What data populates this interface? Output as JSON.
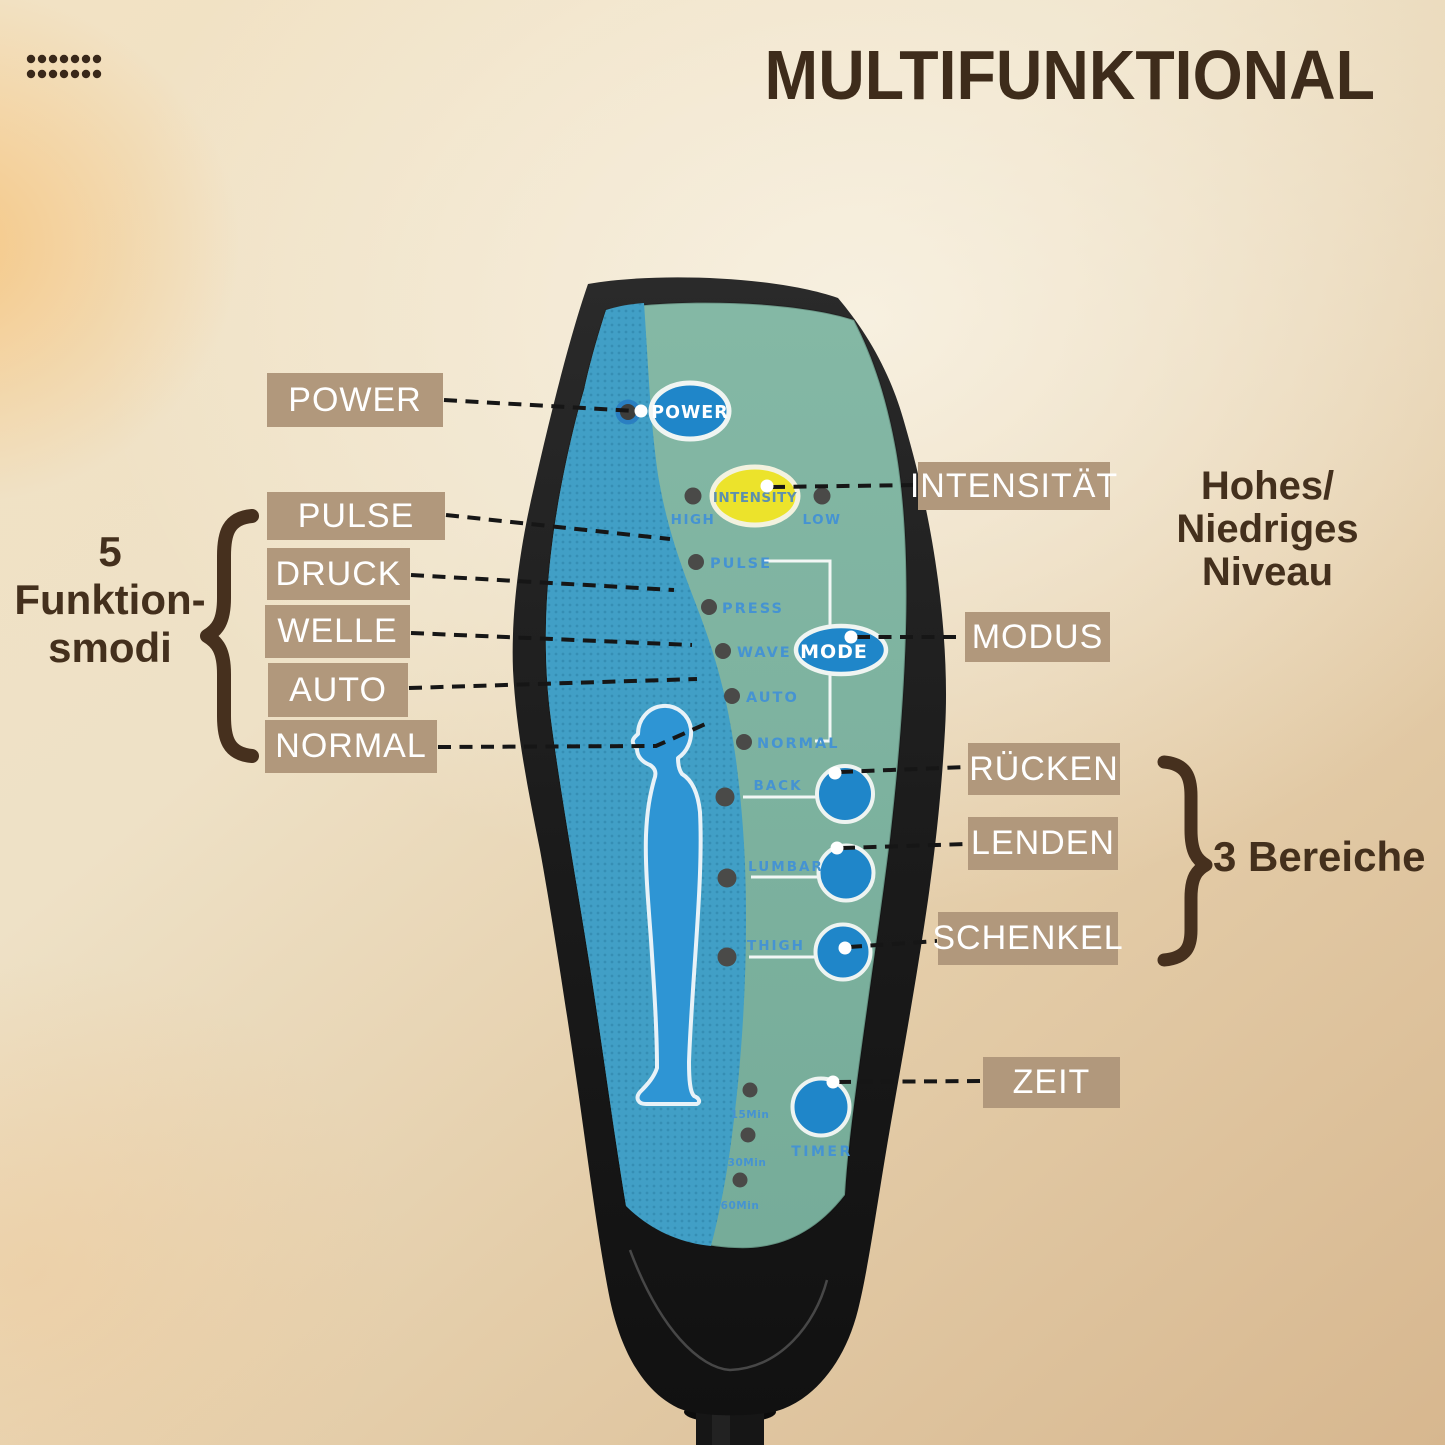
{
  "title": "MULTIFUNKTIONAL",
  "left_callouts": {
    "power": "POWER",
    "pulse": "PULSE",
    "druck": "DRUCK",
    "welle": "WELLE",
    "auto": "AUTO",
    "normal": "NORMAL"
  },
  "left_group": {
    "line1": "5",
    "line2": "Funktion-",
    "line3": "smodi"
  },
  "right_callouts": {
    "intensitaet": "INTENSITÄT",
    "modus": "MODUS",
    "ruecken": "RÜCKEN",
    "lenden": "LENDEN",
    "schenkel": "SCHENKEL",
    "zeit": "ZEIT"
  },
  "right_note": {
    "line1": "Hohes/",
    "line2": "Niedriges",
    "line3": "Niveau"
  },
  "right_group": "3 Bereiche",
  "remote": {
    "power": "POWER",
    "intensity": "INTENSITY",
    "high": "HIGH",
    "low": "LOW",
    "modes": [
      "PULSE",
      "PRESS",
      "WAVE",
      "AUTO",
      "NORMAL"
    ],
    "mode": "MODE",
    "zones": [
      "BACK",
      "LUMBAR",
      "THIGH"
    ],
    "timer": "TIMER",
    "timer_times": [
      "15Min",
      "30Min",
      "60Min"
    ]
  },
  "colors": {
    "background_tan": "#e4cda9",
    "callout_box": "#b1987c",
    "dark_brown_text": "#44301d",
    "remote_body": "#1d1d1d",
    "panel_green": "#7db3a0",
    "panel_blue": "#419fc6",
    "silhouette_blue": "#2e95d4",
    "button_blue": "#1f86c9",
    "intensity_yellow": "#ece32b",
    "panel_text_blue": "#4593d2",
    "led_gray": "#4a4a48"
  }
}
